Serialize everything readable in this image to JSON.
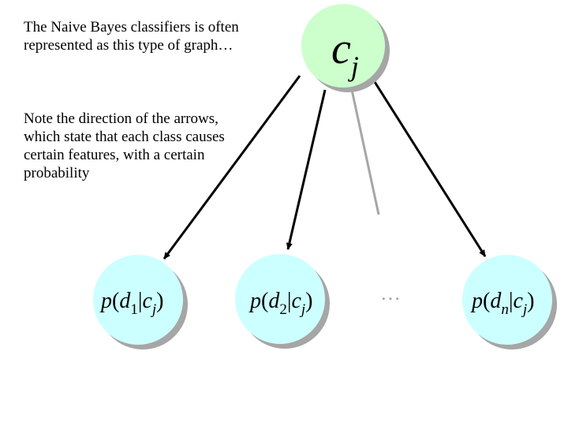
{
  "intro_text": "The Naive Bayes classifiers is often represented as this type of graph…",
  "note_text": "Note the direction of the arrows, which state that each class causes certain features, with a certain probability",
  "colors": {
    "class_node_fill": "#ccffcc",
    "feature_node_fill": "#ccffff",
    "node_shadow": "#a6a6a6",
    "arrow": "#000000",
    "faded_arrow": "#a6a6a6"
  },
  "class_node": {
    "symbol": "c",
    "subscript": "j"
  },
  "feature_nodes": [
    {
      "func": "p",
      "open": "(",
      "var": "d",
      "index": "1",
      "bar": "|",
      "cond": "c",
      "cond_sub": "j",
      "close": ")"
    },
    {
      "func": "p",
      "open": "(",
      "var": "d",
      "index": "2",
      "bar": "|",
      "cond": "c",
      "cond_sub": "j",
      "close": ")"
    },
    {
      "func": "p",
      "open": "(",
      "var": "d",
      "index": "n",
      "bar": "|",
      "cond": "c",
      "cond_sub": "j",
      "close": ")"
    }
  ],
  "ellipsis": "…"
}
